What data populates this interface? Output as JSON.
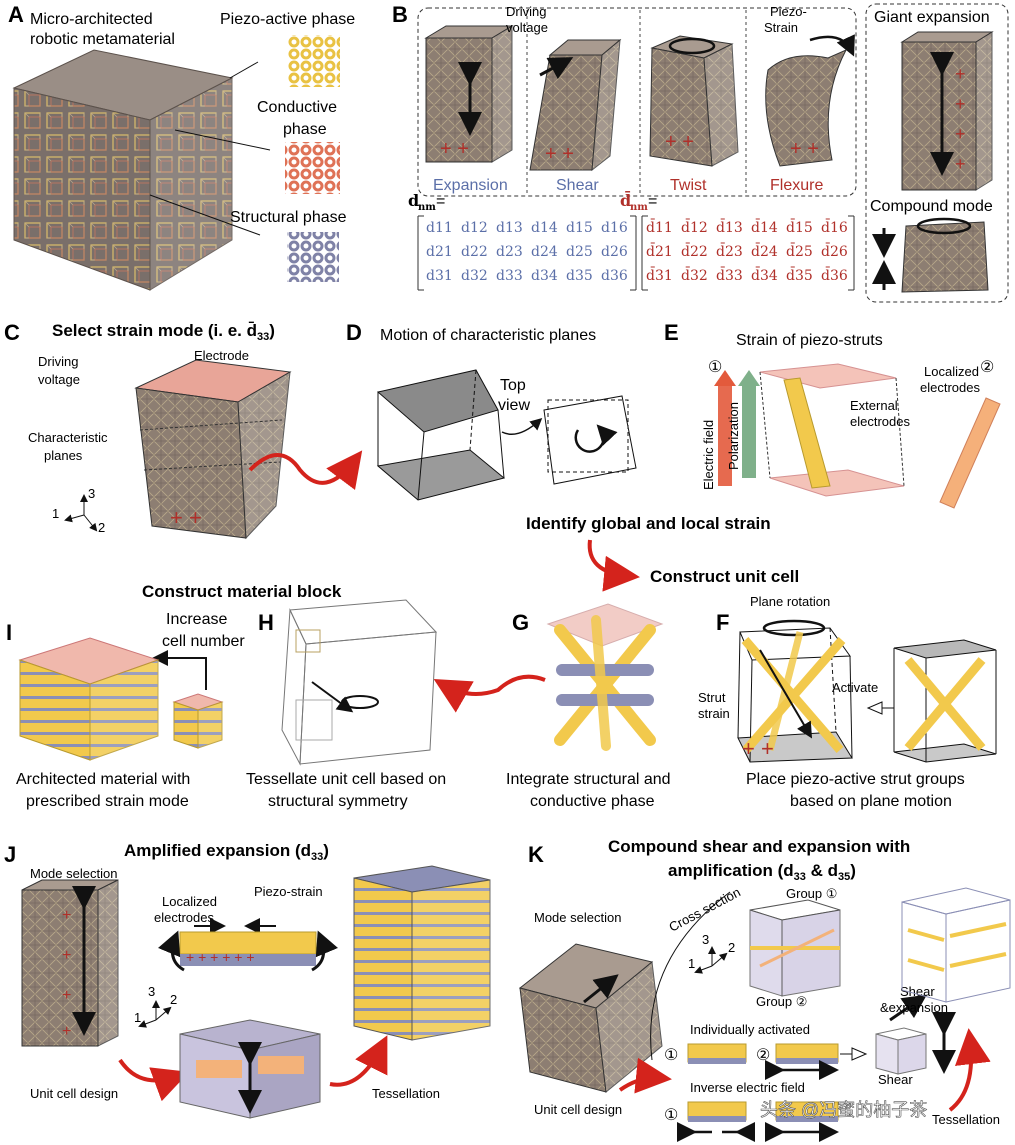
{
  "panel_letters": {
    "A": "A",
    "B": "B",
    "C": "C",
    "D": "D",
    "E": "E",
    "F": "F",
    "G": "G",
    "H": "H",
    "I": "I",
    "J": "J",
    "K": "K"
  },
  "panelA": {
    "title_line1": "Micro-architected",
    "title_line2": "robotic metamaterial",
    "piezo": "Piezo-active phase",
    "conductive_line1": "Conductive",
    "conductive_line2": "phase",
    "structural": "Structural phase"
  },
  "panelB": {
    "driving_line1": "Driving",
    "driving_line2": "voltage",
    "piezo_strain_line1": "Piezo-",
    "piezo_strain_line2": "Strain",
    "modes": [
      "Expansion",
      "Shear",
      "Twist",
      "Flexure"
    ],
    "giant": "Giant expansion",
    "compound": "Compound mode",
    "dnm": "d",
    "dnm_sub": "nm",
    "dbar": "d̄",
    "dbar_sub": "nm",
    "eq": "=",
    "matrix_d": [
      [
        "d11",
        "d12",
        "d13",
        "d14",
        "d15",
        "d16"
      ],
      [
        "d21",
        "d22",
        "d23",
        "d24",
        "d25",
        "d26"
      ],
      [
        "d31",
        "d32",
        "d33",
        "d34",
        "d35",
        "d36"
      ]
    ],
    "matrix_dbar": [
      [
        "d̄11",
        "d̄12",
        "d̄13",
        "d̄14",
        "d̄15",
        "d̄16"
      ],
      [
        "d̄21",
        "d̄22",
        "d̄23",
        "d̄24",
        "d̄25",
        "d̄26"
      ],
      [
        "d̄31",
        "d̄32",
        "d̄33",
        "d̄34",
        "d̄35",
        "d̄36"
      ]
    ]
  },
  "panelC": {
    "title": "Select strain mode (i. e. d̄",
    "title_sub": "33",
    "title_end": ")",
    "driving_line1": "Driving",
    "driving_line2": "voltage",
    "electrode": "Electrode",
    "char_line1": "Characteristic",
    "char_line2": "planes",
    "axes": [
      "1",
      "2",
      "3"
    ]
  },
  "panelD": {
    "title": "Motion of characteristic planes",
    "top_line1": "Top",
    "top_line2": "view"
  },
  "panelE": {
    "title": "Strain of piezo-struts",
    "c1": "①",
    "c2": "②",
    "efield": "Electric field",
    "polar": "Polarization",
    "localized_line1": "Localized",
    "localized_line2": "electrodes",
    "external_line1": "External",
    "external_line2": "electrodes"
  },
  "flow": {
    "identify": "Identify global and local strain",
    "construct_unit": "Construct unit cell",
    "construct_block": "Construct material block"
  },
  "panelF": {
    "plane_rotation": "Plane rotation",
    "strut_line1": "Strut",
    "strut_line2": "strain",
    "activate": "Activate",
    "cap_line1": "Place piezo-active strut groups",
    "cap_line2": "based on plane motion"
  },
  "panelG": {
    "cap_line1": "Integrate structural and",
    "cap_line2": "conductive phase"
  },
  "panelH": {
    "cap_line1": "Tessellate unit cell based on",
    "cap_line2": "structural symmetry"
  },
  "panelI": {
    "increase_line1": "Increase",
    "increase_line2": "cell number",
    "cap_line1": "Architected material with",
    "cap_line2": "prescribed strain mode"
  },
  "panelJ": {
    "title": "Amplified expansion (d",
    "title_sub": "33",
    "title_end": ")",
    "mode_selection": "Mode selection",
    "localized_line1": "Localized",
    "localized_line2": "electrodes",
    "piezo_strain": "Piezo-strain",
    "unit_cell_design": "Unit cell design",
    "tessellation": "Tessellation",
    "axes": [
      "1",
      "2",
      "3"
    ]
  },
  "panelK": {
    "title_line1": "Compound shear and expansion with",
    "title_line2": "amplification (d",
    "title_sub1": "33",
    "title_mid": " & d",
    "title_sub2": "35",
    "title_end": ")",
    "mode_selection": "Mode selection",
    "cross_section": "Cross section",
    "group1": "Group ①",
    "group2": "Group ②",
    "individually": "Individually activated",
    "inverse": "Inverse electric field",
    "shear_exp_line1": "Shear",
    "shear_exp_line2": "&expansion",
    "shear": "Shear",
    "tessellation": "Tessellation",
    "unit_cell_design": "Unit cell design",
    "c1": "①",
    "c2": "②",
    "axes": [
      "1",
      "2",
      "3"
    ]
  },
  "watermark": "头条 @冯蜜的柚子茶",
  "colors": {
    "piezo": "#f2c94c",
    "conductive": "#e07a5f",
    "structural": "#8b8fb5",
    "block": "#8a7b70",
    "electrode": "#e8a598",
    "arrow_red": "#d4231c",
    "blue_text": "#5b6fa8",
    "red_text": "#b0302a"
  }
}
